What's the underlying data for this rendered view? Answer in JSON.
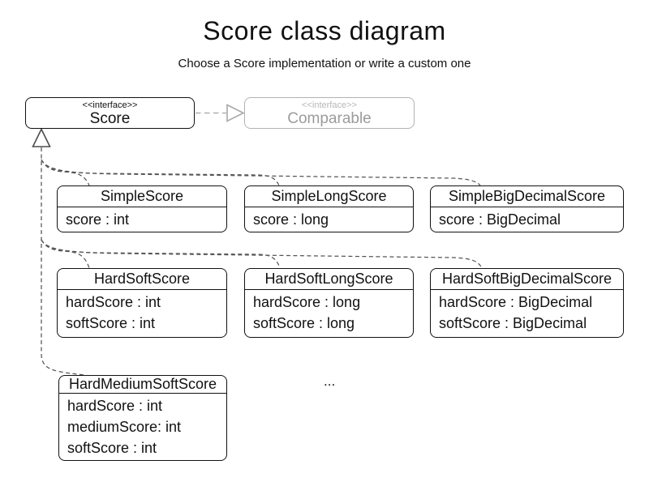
{
  "page": {
    "title": "Score class diagram",
    "subtitle": "Choose a Score implementation or write a custom one",
    "ellipsis": "..."
  },
  "interfaces": {
    "score": {
      "stereotype": "<<interface>>",
      "name": "Score"
    },
    "comparable": {
      "stereotype": "<<interface>>",
      "name": "Comparable"
    }
  },
  "classes": [
    {
      "name": "SimpleScore",
      "attributes": [
        "score : int"
      ]
    },
    {
      "name": "SimpleLongScore",
      "attributes": [
        "score : long"
      ]
    },
    {
      "name": "SimpleBigDecimalScore",
      "attributes": [
        "score : BigDecimal"
      ]
    },
    {
      "name": "HardSoftScore",
      "attributes": [
        "hardScore : int",
        "softScore : int"
      ]
    },
    {
      "name": "HardSoftLongScore",
      "attributes": [
        "hardScore : long",
        "softScore : long"
      ]
    },
    {
      "name": "HardSoftBigDecimalScore",
      "attributes": [
        "hardScore : BigDecimal",
        "softScore : BigDecimal"
      ]
    },
    {
      "name": "HardMediumSoftScore",
      "attributes": [
        "hardScore : int",
        "mediumScore: int",
        "softScore : int"
      ]
    }
  ],
  "relationships": [
    {
      "type": "realization",
      "from": "Score",
      "to": "Comparable"
    },
    {
      "type": "generalization",
      "from": "SimpleScore",
      "to": "Score"
    },
    {
      "type": "generalization",
      "from": "SimpleLongScore",
      "to": "Score"
    },
    {
      "type": "generalization",
      "from": "SimpleBigDecimalScore",
      "to": "Score"
    },
    {
      "type": "generalization",
      "from": "HardSoftScore",
      "to": "Score"
    },
    {
      "type": "generalization",
      "from": "HardSoftLongScore",
      "to": "Score"
    },
    {
      "type": "generalization",
      "from": "HardSoftBigDecimalScore",
      "to": "Score"
    },
    {
      "type": "generalization",
      "from": "HardMediumSoftScore",
      "to": "Score"
    }
  ],
  "colors": {
    "line": "#111111",
    "muted_border": "#b2b2b2",
    "muted_text": "#9b9b9b",
    "connector": "#555555",
    "background": "#ffffff"
  }
}
